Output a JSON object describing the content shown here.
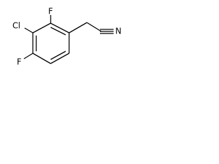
{
  "colors": {
    "background": "#ffffff",
    "bond": "#000000",
    "halogen_F": "#000000",
    "halogen_Cl": "#000000",
    "nitrogen": "#000000"
  },
  "molecule": {
    "atoms": [
      {
        "id": "atom-f-top",
        "symbol": "F"
      },
      {
        "id": "atom-cl",
        "symbol": "Cl"
      },
      {
        "id": "atom-f-bottom",
        "symbol": "F"
      },
      {
        "id": "atom-n",
        "symbol": "N"
      }
    ]
  }
}
